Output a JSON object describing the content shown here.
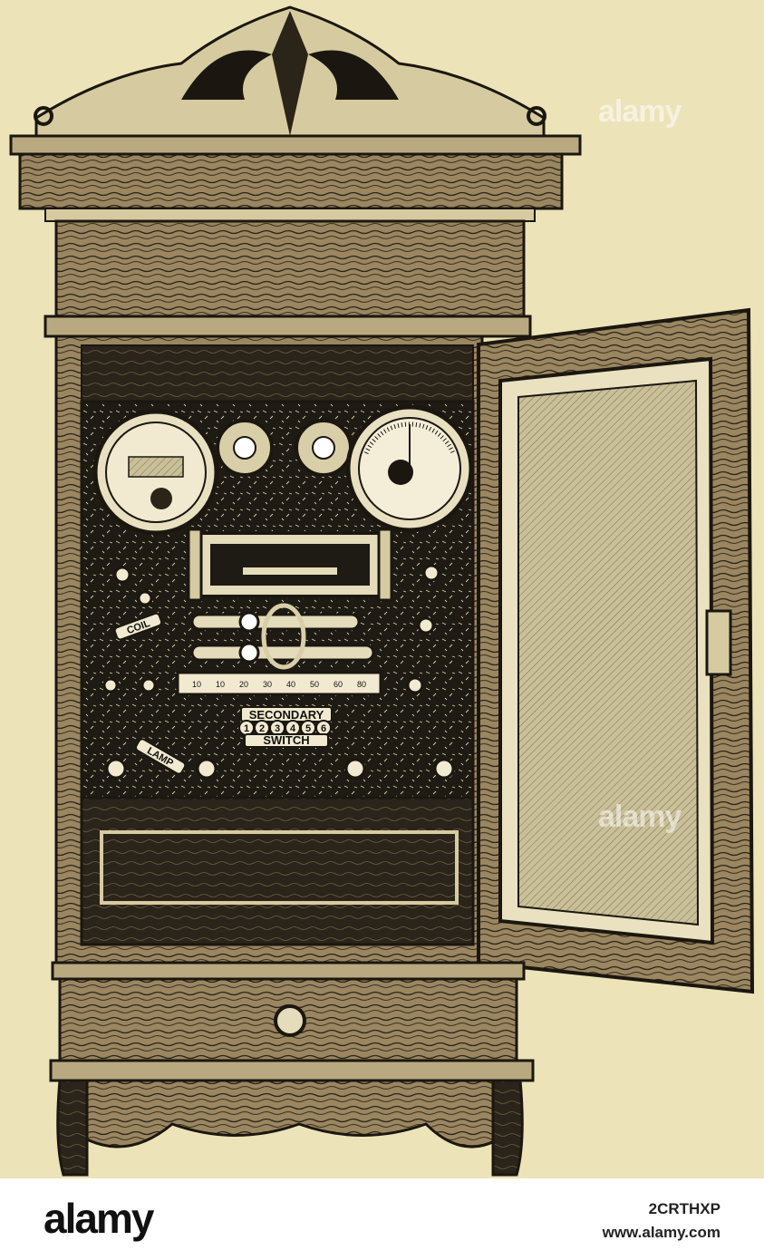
{
  "image": {
    "subject": "cabinet-engraving",
    "colors": {
      "paper": "#ece3b8",
      "ink": "#1b1710",
      "wood": "#8a7550",
      "panel": "#1e1a14"
    }
  },
  "panel": {
    "scale_numbers": [
      "10",
      "10",
      "20",
      "30",
      "40",
      "50",
      "60",
      "80"
    ],
    "secondary_label": "SECONDARY",
    "switch_label": "SWITCH",
    "switch_digits": [
      "1",
      "2",
      "3",
      "4",
      "5",
      "6"
    ],
    "coil_label": "COIL",
    "lamp_label": "LAMP"
  },
  "watermark": {
    "text": "alamy"
  },
  "footer": {
    "logo": "alamy",
    "image_id": "2CRTHXP",
    "url": "www.alamy.com"
  }
}
